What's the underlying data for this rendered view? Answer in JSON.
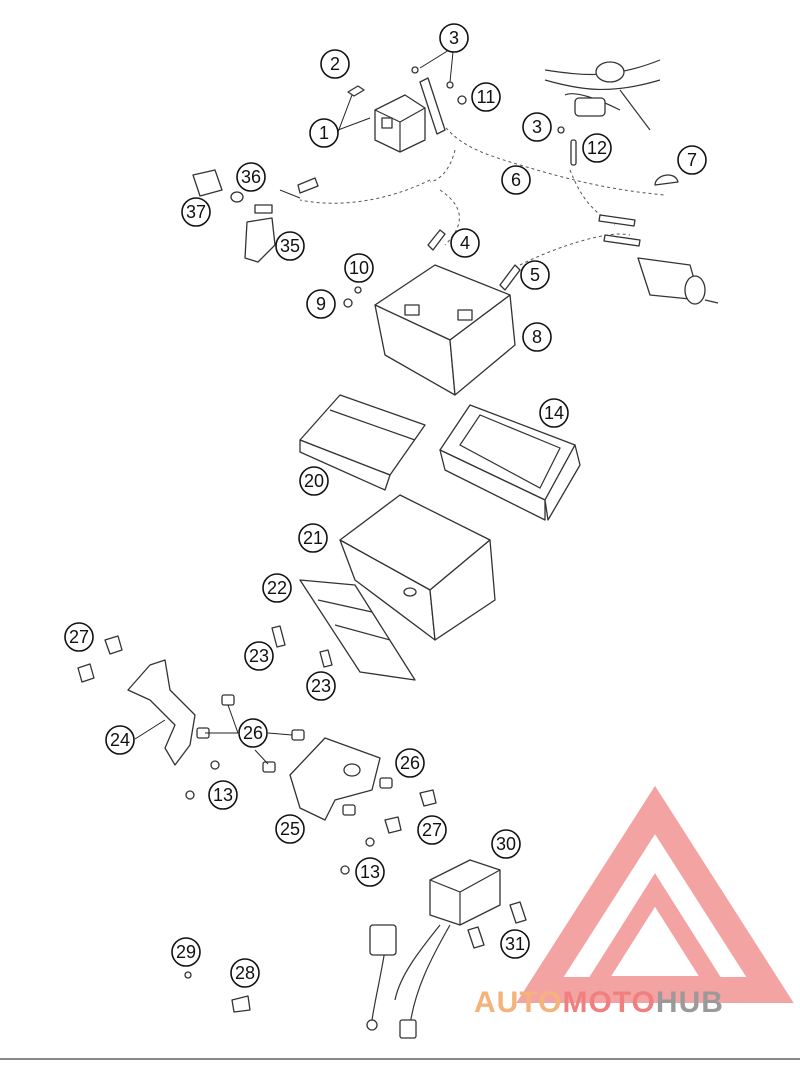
{
  "diagram": {
    "callouts": [
      {
        "id": "c1",
        "label": "1"
      },
      {
        "id": "c2",
        "label": "2"
      },
      {
        "id": "c3a",
        "label": "3"
      },
      {
        "id": "c3b",
        "label": "3"
      },
      {
        "id": "c4",
        "label": "4"
      },
      {
        "id": "c5",
        "label": "5"
      },
      {
        "id": "c6",
        "label": "6"
      },
      {
        "id": "c7",
        "label": "7"
      },
      {
        "id": "c8",
        "label": "8"
      },
      {
        "id": "c9",
        "label": "9"
      },
      {
        "id": "c10",
        "label": "10"
      },
      {
        "id": "c11",
        "label": "11"
      },
      {
        "id": "c12",
        "label": "12"
      },
      {
        "id": "c13a",
        "label": "13"
      },
      {
        "id": "c13b",
        "label": "13"
      },
      {
        "id": "c14",
        "label": "14"
      },
      {
        "id": "c20",
        "label": "20"
      },
      {
        "id": "c21",
        "label": "21"
      },
      {
        "id": "c22",
        "label": "22"
      },
      {
        "id": "c23a",
        "label": "23"
      },
      {
        "id": "c23b",
        "label": "23"
      },
      {
        "id": "c24",
        "label": "24"
      },
      {
        "id": "c25",
        "label": "25"
      },
      {
        "id": "c26a",
        "label": "26"
      },
      {
        "id": "c26b",
        "label": "26"
      },
      {
        "id": "c27a",
        "label": "27"
      },
      {
        "id": "c27b",
        "label": "27"
      },
      {
        "id": "c28",
        "label": "28"
      },
      {
        "id": "c29",
        "label": "29"
      },
      {
        "id": "c30",
        "label": "30"
      },
      {
        "id": "c31",
        "label": "31"
      },
      {
        "id": "c35",
        "label": "35"
      },
      {
        "id": "c36",
        "label": "36"
      },
      {
        "id": "c37",
        "label": "37"
      }
    ]
  },
  "watermark": {
    "part1": "AUTO",
    "part2": "MOTO",
    "part3": "HUB",
    "color_orange": "#f5b27a",
    "color_red": "#f08080",
    "color_gray": "#9a9a9a"
  }
}
